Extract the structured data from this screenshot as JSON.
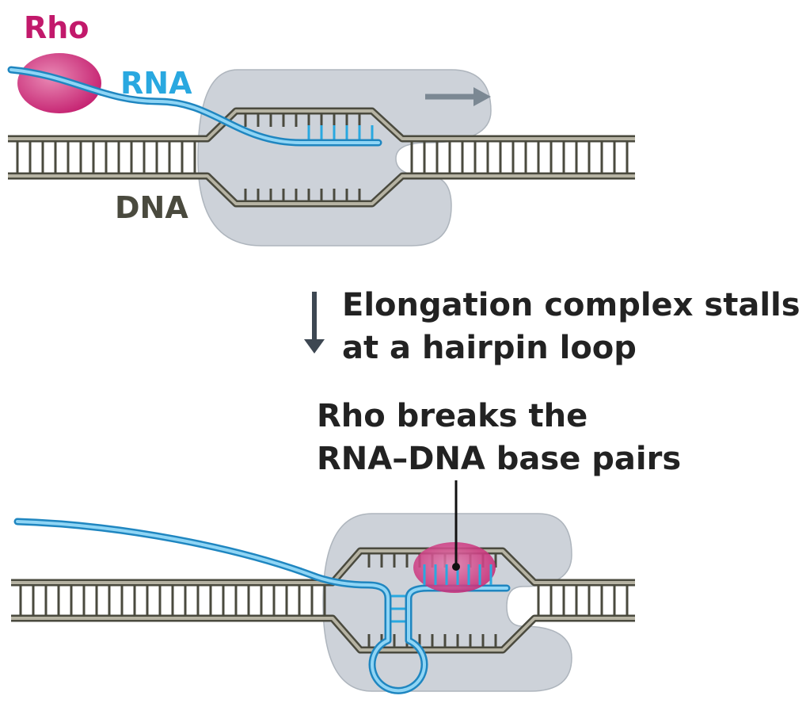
{
  "labels": {
    "rho": "Rho",
    "rna": "RNA",
    "dna": "DNA",
    "step_line1": "Elongation complex stalls",
    "step_line2": "at a hairpin loop",
    "action_line1": "Rho breaks the",
    "action_line2": "RNA–DNA base pairs"
  },
  "colors": {
    "rho": "#c2196b",
    "rna": "#29a8e0",
    "dna": "#4a4a3e",
    "polymerase": "#cdd2d9",
    "arrow": "#3d4752",
    "direction_arrow": "#7b8893"
  },
  "icons": {
    "process_arrow": "down-arrow-icon",
    "direction_arrow": "right-arrow-icon"
  }
}
